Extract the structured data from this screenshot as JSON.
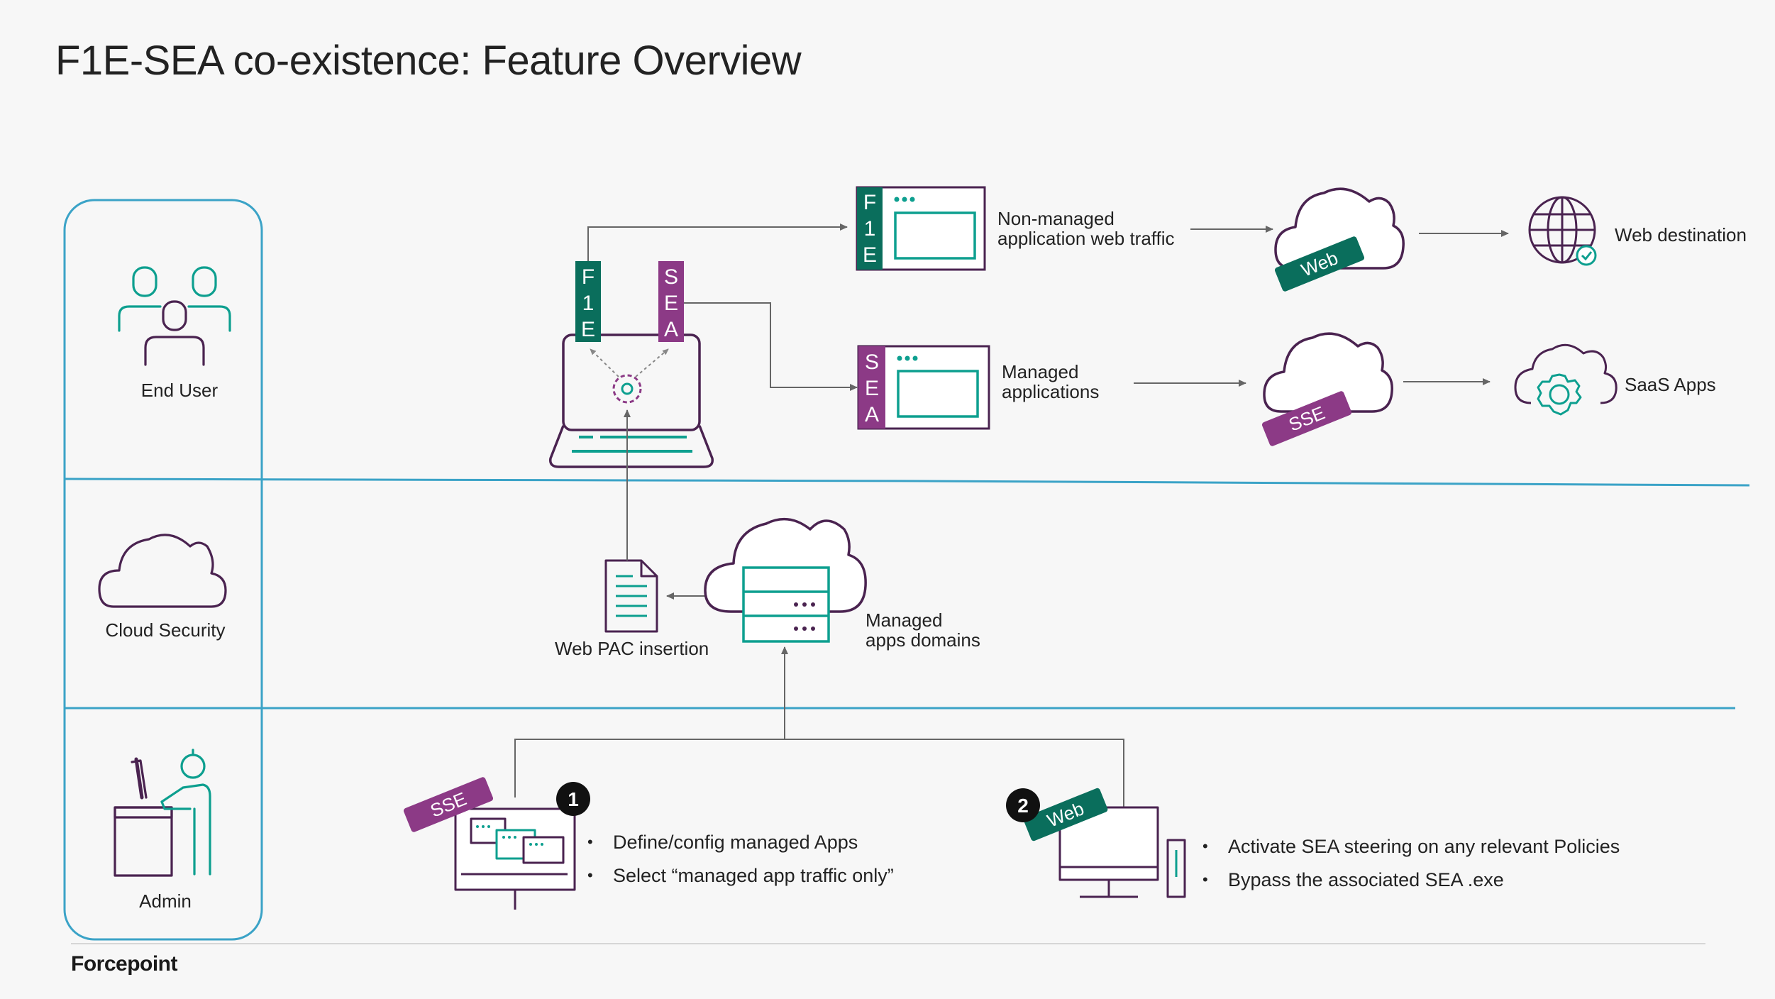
{
  "title": "F1E-SEA co-existence: Feature Overview",
  "colors": {
    "teal": "#0d9f8f",
    "dark_teal": "#0a6e5c",
    "purple": "#8c3a86",
    "dark_purple": "#4a2350",
    "lane_blue": "#3ba3c7",
    "arrow_gray": "#666666"
  },
  "lanes": {
    "end_user": {
      "label": "End User",
      "icon": "people-icon"
    },
    "cloud_security": {
      "label": "Cloud Security",
      "icon": "cloud-icon"
    },
    "admin": {
      "label": "Admin",
      "icon": "admin-workstation-icon"
    }
  },
  "agents": {
    "f1e": {
      "label": "F1E",
      "letters": [
        "F",
        "1",
        "E"
      ]
    },
    "sea": {
      "label": "SEA",
      "letters": [
        "S",
        "E",
        "A"
      ]
    }
  },
  "flows": {
    "non_managed": {
      "label_line1": "Non-managed",
      "label_line2": "application web traffic",
      "cloud_tag": "Web",
      "destination": "Web destination",
      "destination_icon": "globe-check-icon"
    },
    "managed": {
      "label_line1": "Managed",
      "label_line2": "applications",
      "cloud_tag": "SSE",
      "destination": "SaaS Apps",
      "destination_icon": "cloud-gear-icon"
    }
  },
  "cloud_layer": {
    "pac_label": "Web PAC insertion",
    "domains_line1": "Managed",
    "domains_line2": "apps domains"
  },
  "admin_steps": [
    {
      "number": "1",
      "tag": "SSE",
      "bullets": [
        "Define/config managed Apps",
        "Select “managed app traffic only”"
      ]
    },
    {
      "number": "2",
      "tag": "Web",
      "bullets": [
        "Activate SEA steering on any relevant Policies",
        "Bypass the associated SEA .exe"
      ]
    }
  ],
  "footer": {
    "logo": "Forcepoint"
  }
}
